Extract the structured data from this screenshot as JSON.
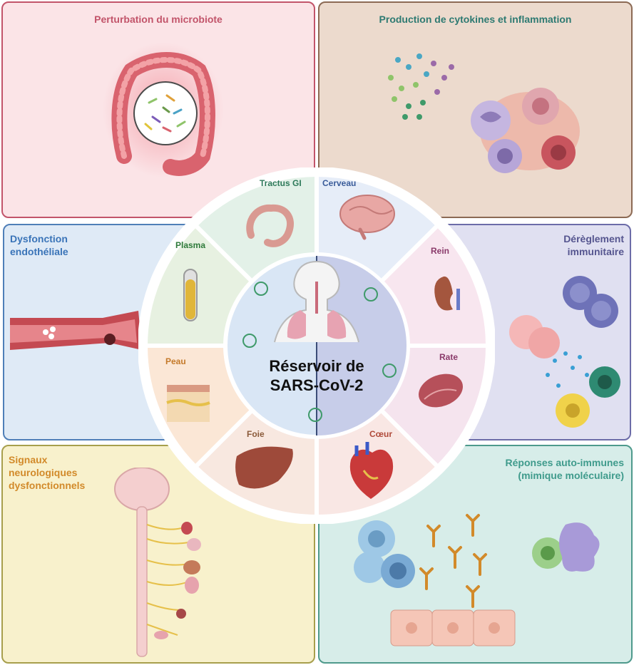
{
  "panels": {
    "microbiote": "Perturbation du microbiote",
    "cytokines": "Production de cytokines et inflammation",
    "endothelial_l1": "Dysfonction",
    "endothelial_l2": "endothéliale",
    "immune_l1": "Dérèglement",
    "immune_l2": "immunitaire",
    "neuro_l1": "Signaux",
    "neuro_l2": "neurologiques",
    "neuro_l3": "dysfonctionnels",
    "autoimmune_l1": "Réponses auto-immunes",
    "autoimmune_l2": "(mimique moléculaire)"
  },
  "organs": {
    "tractus": "Tractus GI",
    "cerveau": "Cerveau",
    "rein": "Rein",
    "rate": "Rate",
    "coeur": "Cœur",
    "foie": "Foie",
    "peau": "Peau",
    "plasma": "Plasma"
  },
  "center": {
    "line1": "Réservoir de",
    "line2": "SARS-CoV-2"
  },
  "colors": {
    "microbiote": "#c2546a",
    "cytokines": "#2e7a72",
    "endothelial": "#3a74b8",
    "immune": "#55558f",
    "neuro": "#d28a2a",
    "autoimmune": "#3f9b8c"
  }
}
